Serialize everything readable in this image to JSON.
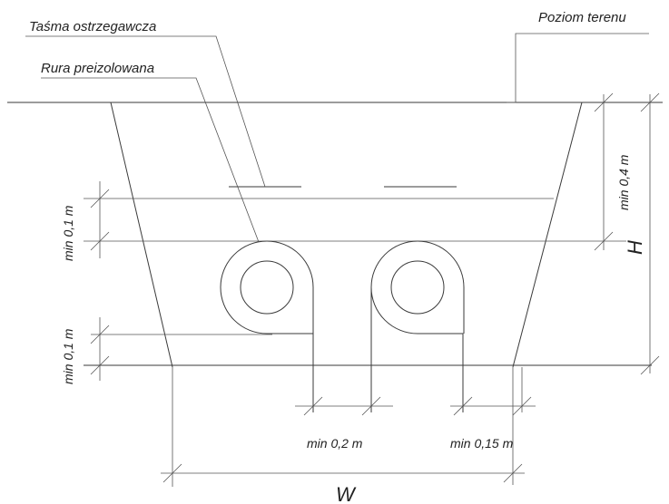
{
  "labels": {
    "warning_tape": "Taśma ostrzegawcza",
    "preinsulated_pipe": "Rura preizolowana",
    "ground_level": "Poziom terenu",
    "dim_tape_to_pipe": "min 0,1 m",
    "dim_pipe_to_bottom": "min 0,1 m",
    "dim_cover_depth": "min 0,4 m",
    "dim_trench_depth": "H",
    "dim_pipe_gap": "min 0,2 m",
    "dim_side_gap": "min 0,15 m",
    "dim_trench_width": "W"
  },
  "colors": {
    "line": "#3a3a3a",
    "text": "#222222",
    "background": "#ffffff"
  }
}
